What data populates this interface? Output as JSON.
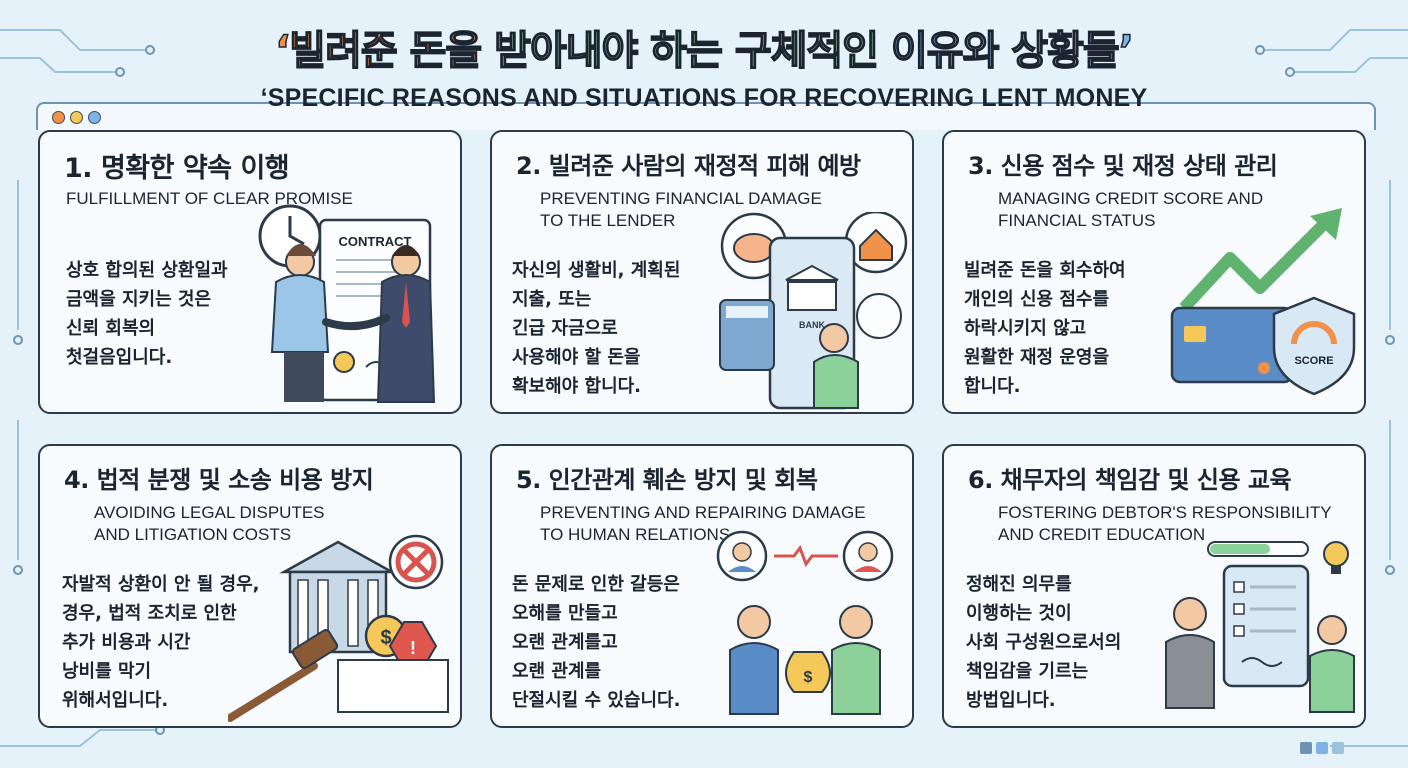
{
  "header": {
    "title_parts": [
      "‘빌려준 ",
      "돈을 ",
      "받아내야 ",
      "하는 ",
      "구체적인 ",
      "이유와 ",
      "상황들’"
    ],
    "title_colors": [
      "#f0924a",
      "#f0924a",
      "#8cd19a",
      "#8cd19a",
      "#8cd19a",
      "#7fb3e6",
      "#7fb3e6"
    ],
    "subtitle": "‘SPECIFIC REASONS AND SITUATIONS FOR RECOVERING LENT MONEY"
  },
  "colors": {
    "background": "#e6f2fa",
    "card_border": "#2d3a48",
    "accent_orange": "#f0924a",
    "accent_green": "#8cd19a",
    "accent_blue": "#7fb3e6"
  },
  "cards": [
    {
      "title": "1. 명확한 약속 이행",
      "subtitle_lines": [
        "FULFILLMENT OF CLEAR PROMISE"
      ],
      "body_lines": [
        "상호 합의된 상환일과",
        "금액을 지키는 것은",
        "신뢰 회복의",
        "첫걸음입니다."
      ],
      "illustration_label": "CONTRACT",
      "icons": [
        "clock-icon",
        "contract-icon",
        "handshake-icon"
      ]
    },
    {
      "title": "2. 빌려준 사람의 재정적 피해 예방",
      "subtitle_lines": [
        "PREVENTING FINANCIAL DAMAGE",
        "TO THE LENDER"
      ],
      "body_lines": [
        "자신의 생활비, 계획된",
        "지출, 또는",
        "긴급 자금으로",
        "사용해야 할 돈을",
        "확보해야 합니다."
      ],
      "illustration_label": "BANK",
      "icons": [
        "piggy-bank-icon",
        "house-icon",
        "calculator-icon",
        "bank-icon"
      ]
    },
    {
      "title": "3. 신용 점수 및 재정 상태 관리",
      "subtitle_lines": [
        "MANAGING CREDIT SCORE AND",
        "FINANCIAL STATUS"
      ],
      "body_lines": [
        "빌려준 돈을 회수하여",
        "개인의 신용 점수를",
        "하락시키지 않고",
        "원활한 재정 운영을",
        "합니다."
      ],
      "illustration_label": "SCORE",
      "icons": [
        "growth-arrow-icon",
        "credit-card-icon",
        "shield-icon"
      ]
    },
    {
      "title": "4. 법적 분쟁 및 소송 비용 방지",
      "subtitle_lines": [
        "AVOIDING LEGAL DISPUTES",
        "AND LITIGATION COSTS"
      ],
      "body_lines": [
        "자발적 상환이 안 될 경우,",
        "경우, 법적 조치로 인한",
        "추가 비용과 시간",
        "낭비를 막기",
        "위해서입니다."
      ],
      "illustration_label": "",
      "icons": [
        "courthouse-icon",
        "gavel-icon",
        "dollar-coin-icon",
        "warning-icon",
        "cancel-icon"
      ]
    },
    {
      "title": "5. 인간관계 훼손 방지 및 회복",
      "subtitle_lines": [
        "PREVENTING AND REPAIRING DAMAGE",
        "TO HUMAN RELATIONS"
      ],
      "body_lines": [
        "돈 문제로 인한 갈등은",
        "오해를 만들고",
        "오랜 관계를고",
        "오랜 관계를",
        "단절시킬 수 있습니다."
      ],
      "illustration_label": "",
      "icons": [
        "person-icon",
        "broken-link-icon",
        "money-bag-icon"
      ]
    },
    {
      "title": "6. 채무자의 책임감 및 신용 교육",
      "subtitle_lines": [
        "FOSTERING DEBTOR'S RESPONSIBILITY",
        "AND CREDIT EDUCATION"
      ],
      "body_lines": [
        "정해진 의무를",
        "이행하는 것이",
        "사회 구성원으로서의",
        "책임감을 기르는",
        "방법입니다."
      ],
      "illustration_label": "",
      "icons": [
        "lightbulb-icon",
        "tablet-checklist-icon",
        "progress-bar-icon"
      ]
    }
  ]
}
